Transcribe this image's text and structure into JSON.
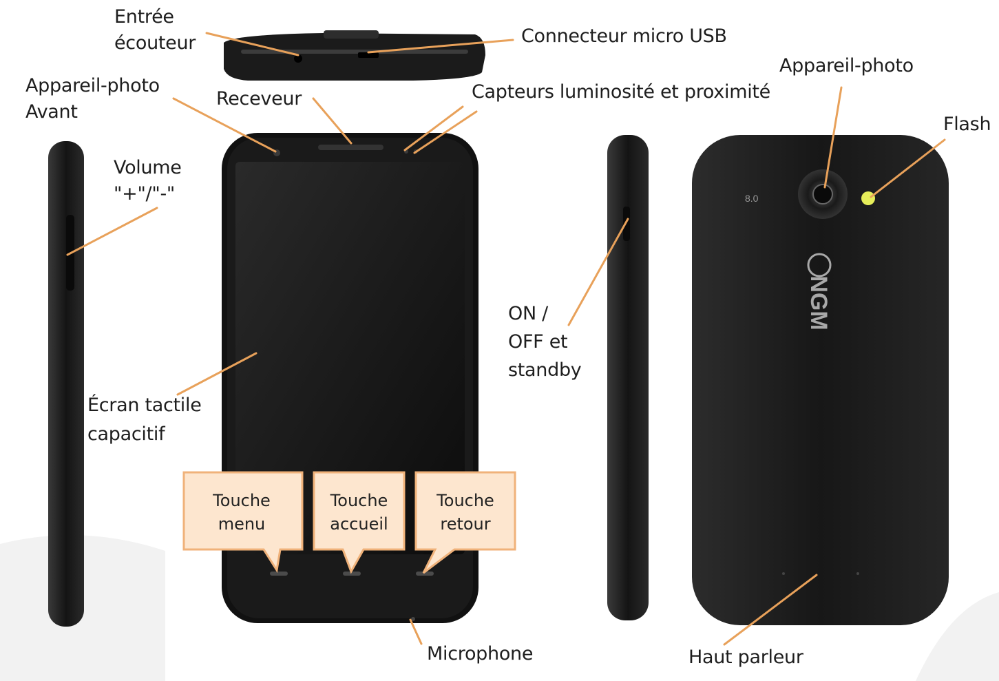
{
  "labels": {
    "entree_ecouteur": "Entrée\nécouteur",
    "connecteur_usb": "Connecteur micro USB",
    "appareil_photo_avant": "Appareil-photo\nAvant",
    "receveur": "Receveur",
    "capteurs": "Capteurs luminosité et proximité",
    "appareil_photo": "Appareil-photo",
    "flash": "Flash",
    "volume": "Volume\n\"+\"/\"-\"",
    "on_off": "ON /\nOFF et\nstandby",
    "ecran_tactile": "Écran tactile\ncapacitif",
    "microphone": "Microphone",
    "haut_parleur": "Haut parleur"
  },
  "callouts": {
    "touche_menu": "Touche\nmenu",
    "touche_accueil": "Touche\naccueil",
    "touche_retour": "Touche\nretour"
  },
  "device": {
    "brand": "NGM",
    "camera_badge": "8.0"
  },
  "colors": {
    "leader_line": "#e8a15a",
    "callout_fill": "#fde6cf",
    "callout_stroke": "#f0b27a",
    "phone_body": "#151515",
    "flash": "#e6ee5a"
  }
}
